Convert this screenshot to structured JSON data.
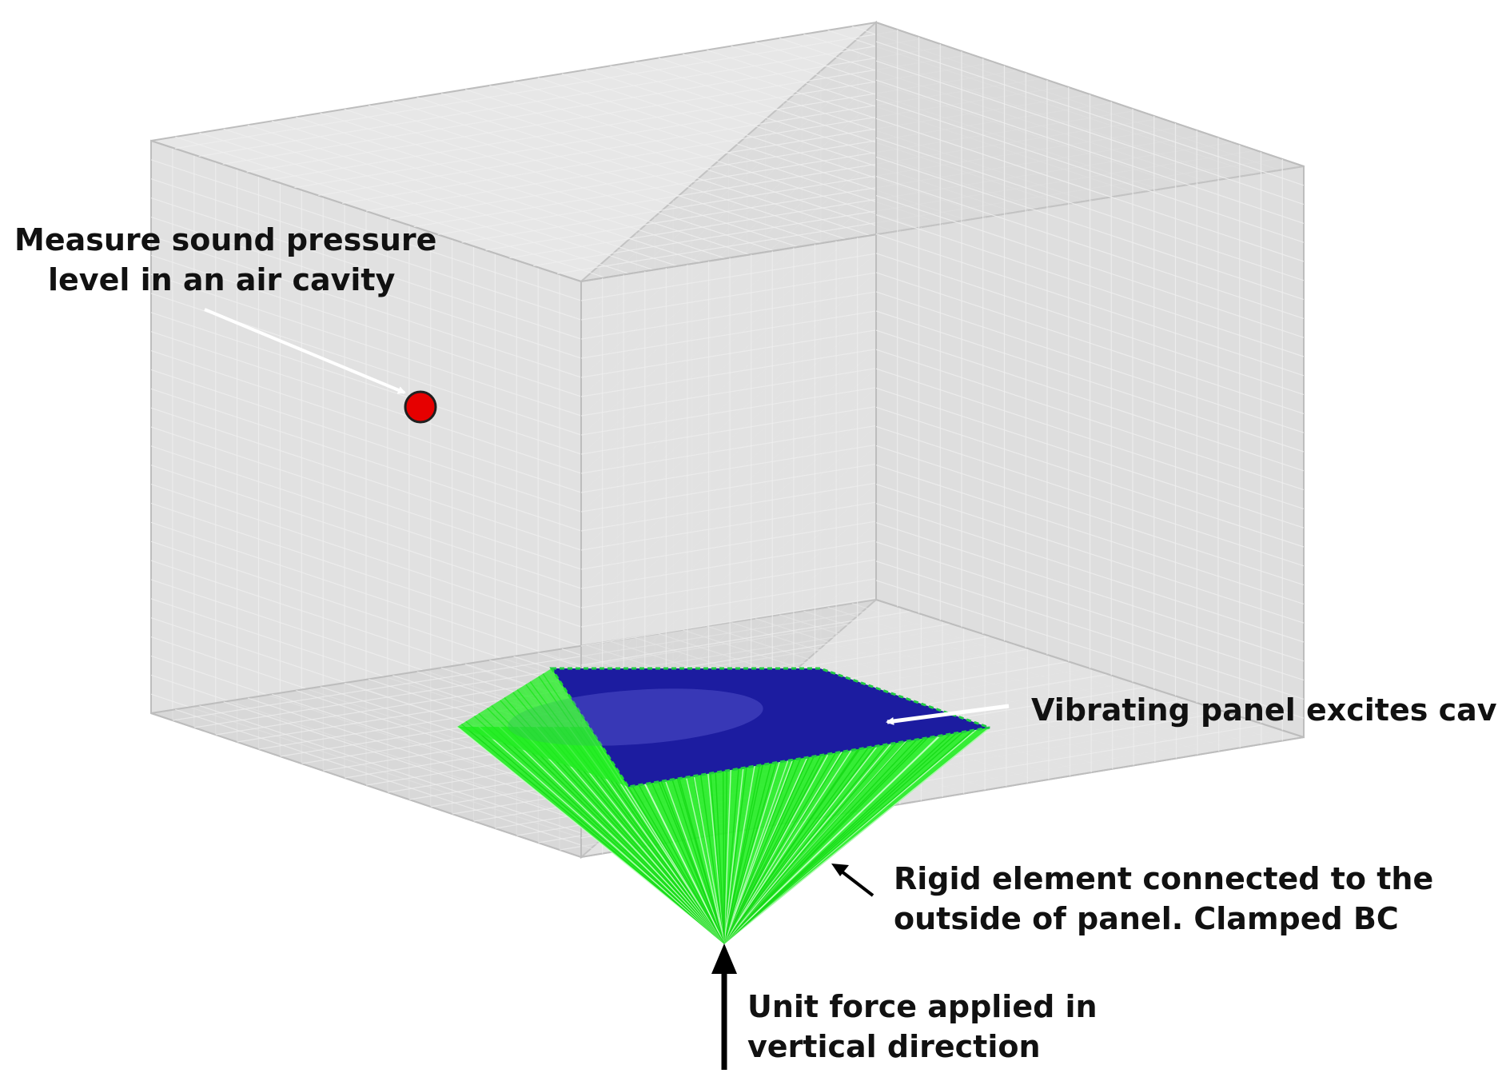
{
  "annotations": {
    "measure": {
      "line1": "Measure sound pressure",
      "line2": "level in an air cavity"
    },
    "vibrating": "Vibrating panel excites cavity",
    "rigid": {
      "line1": "Rigid element connected to the",
      "line2": "outside of panel. Clamped BC"
    },
    "force": {
      "line1": "Unit force applied in",
      "line2": "vertical direction"
    }
  },
  "colors": {
    "cavity_face": "#c9c9c9",
    "cavity_grid": "#efefef",
    "cavity_edge": "#bdbdbd",
    "panel": "#1c1ca0",
    "rigid_element": "#22ee22",
    "measure_point": "#e60000",
    "arrow_white": "#ffffff",
    "arrow_black": "#000000"
  },
  "icons": {
    "measure_point": "red-circle-marker",
    "force_arrow": "up-arrow"
  }
}
